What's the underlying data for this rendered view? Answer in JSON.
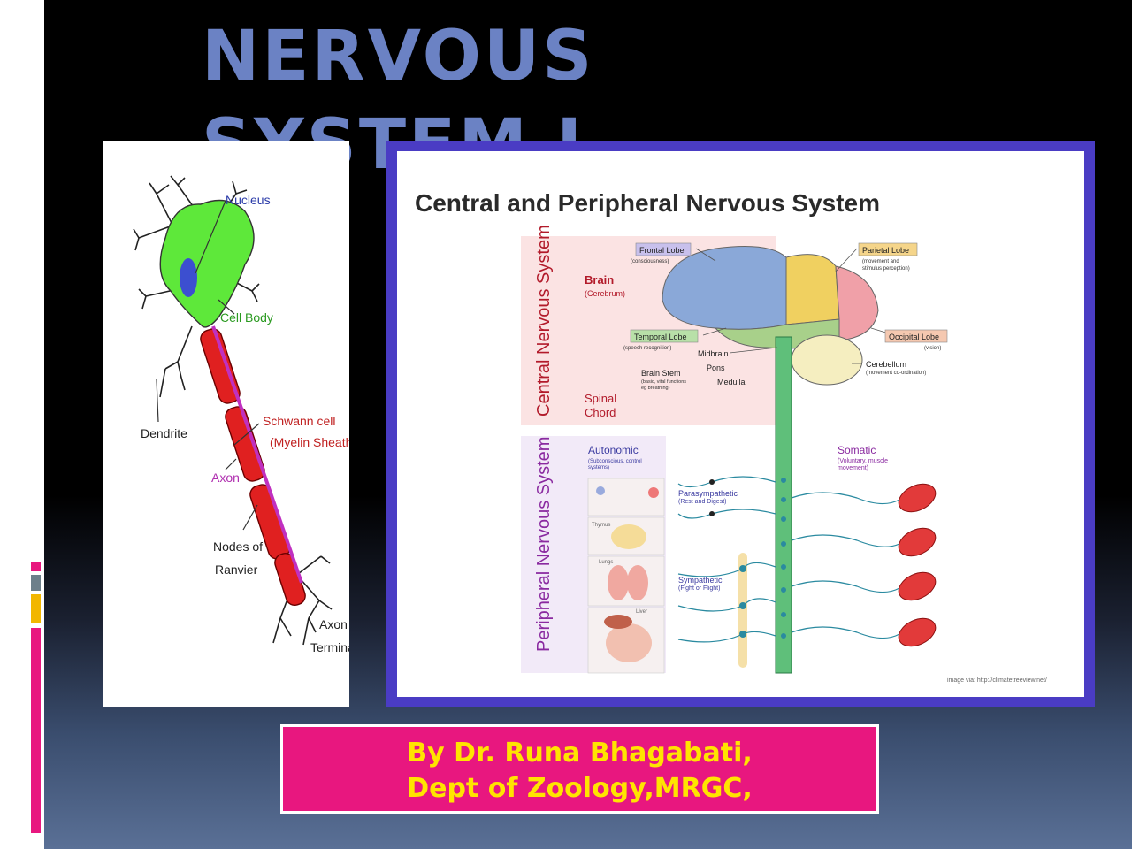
{
  "slide": {
    "title": "NERVOUS SYSTEM I",
    "credit_line1": "By Dr. Runa Bhagabati,",
    "credit_line2": "Dept of Zoology,MRGC,"
  },
  "neuron": {
    "nucleus": "Nucleus",
    "cell_body": "Cell Body",
    "dendrite": "Dendrite",
    "schwann1": "Schwann cell",
    "schwann2": "(Myelin Sheath)",
    "axon": "Axon",
    "nodes1": "Nodes of",
    "nodes2": "Ranvier",
    "terminals1": "Axon",
    "terminals2": "Terminals"
  },
  "cns": {
    "heading": "Central and Peripheral Nervous System",
    "cns_side": "Central Nervous System",
    "pns_side": "Peripheral Nervous System",
    "brain": "Brain",
    "cerebrum": "(Cerebrum)",
    "spinal1": "Spinal",
    "spinal2": "Chord",
    "frontal": "Frontal Lobe",
    "frontal_sub": "(consciousness)",
    "parietal": "Parietal Lobe",
    "parietal_sub1": "(movement and",
    "parietal_sub2": "stimulus perception)",
    "temporal": "Temporal Lobe",
    "temporal_sub": "(speech recognition)",
    "occipital": "Occipital Lobe",
    "occipital_sub": "(vision)",
    "midbrain": "Midbrain",
    "pons": "Pons",
    "medulla": "Medulla",
    "brainstem": "Brain Stem",
    "brainstem_sub1": "(basic, vital functions",
    "brainstem_sub2": "eg breathing)",
    "cerebellum": "Cerebellum",
    "cerebellum_sub": "(movement co-ordination)",
    "autonomic": "Autonomic",
    "autonomic_sub1": "(Subconscious, control",
    "autonomic_sub2": "systems)",
    "somatic": "Somatic",
    "somatic_sub1": "(Voluntary, muscle",
    "somatic_sub2": "movement)",
    "parasym": "Parasympathetic",
    "parasym_sub": "(Rest and Digest)",
    "sym": "Sympathetic",
    "sym_sub": "(Fight or Flight)",
    "thymus": "Thymus",
    "lungs": "Lungs",
    "liver": "Liver",
    "credit": "image via: http://climatetreeview.net/"
  }
}
